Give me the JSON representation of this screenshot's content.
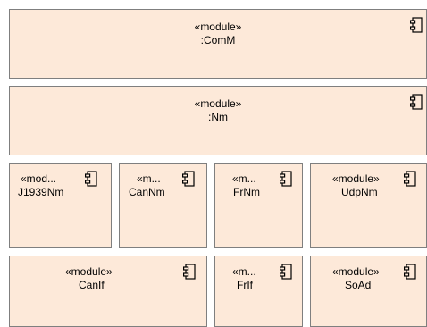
{
  "modules": {
    "comm": {
      "stereotype": "«module»",
      "name": ":ComM",
      "icon": "component-icon"
    },
    "nm": {
      "stereotype": "«module»",
      "name": ":Nm",
      "icon": "component-icon"
    },
    "j1939nm": {
      "stereotype": "«mod...",
      "name": "J1939Nm",
      "icon": "component-icon"
    },
    "cannm": {
      "stereotype": "«m...",
      "name": "CanNm",
      "icon": "component-icon"
    },
    "frnm": {
      "stereotype": "«m...",
      "name": "FrNm",
      "icon": "component-icon"
    },
    "udpnm": {
      "stereotype": "«module»",
      "name": "UdpNm",
      "icon": "component-icon"
    },
    "canif": {
      "stereotype": "«module»",
      "name": "CanIf",
      "icon": "component-icon"
    },
    "frif": {
      "stereotype": "«m...",
      "name": "FrIf",
      "icon": "component-icon"
    },
    "soad": {
      "stereotype": "«module»",
      "name": "SoAd",
      "icon": "component-icon"
    }
  },
  "colors": {
    "fill": "#fde9d9",
    "border": "#7f7f7f"
  }
}
